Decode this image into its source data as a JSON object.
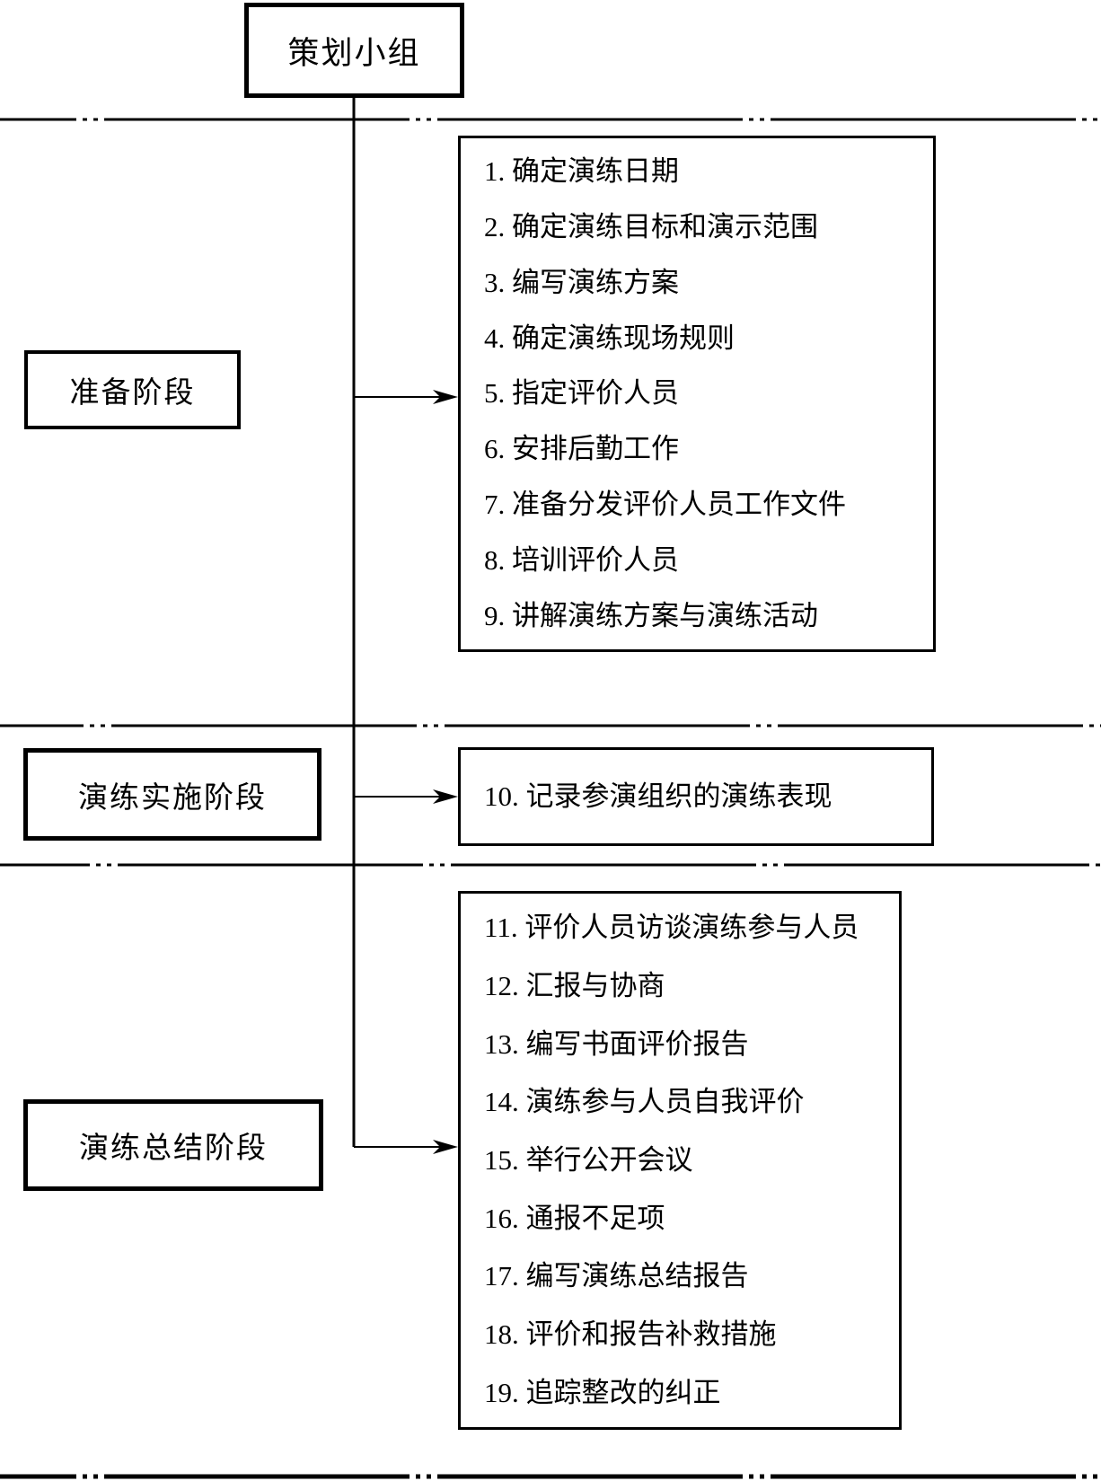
{
  "colors": {
    "line": "#000000",
    "background": "#ffffff"
  },
  "top_box": {
    "label": "策划小组"
  },
  "phases": [
    {
      "label": "准备阶段",
      "items": [
        "1. 确定演练日期",
        "2. 确定演练目标和演示范围",
        "3. 编写演练方案",
        "4. 确定演练现场规则",
        "5. 指定评价人员",
        "6. 安排后勤工作",
        "7. 准备分发评价人员工作文件",
        "8. 培训评价人员",
        "9. 讲解演练方案与演练活动"
      ]
    },
    {
      "label": "演练实施阶段",
      "items": [
        "10. 记录参演组织的演练表现"
      ]
    },
    {
      "label": "演练总结阶段",
      "items": [
        "11. 评价人员访谈演练参与人员",
        "12. 汇报与协商",
        "13. 编写书面评价报告",
        "14. 演练参与人员自我评价",
        "15. 举行公开会议",
        "16. 通报不足项",
        "17. 编写演练总结报告",
        "18. 评价和报告补救措施",
        "19. 追踪整改的纠正"
      ]
    }
  ]
}
